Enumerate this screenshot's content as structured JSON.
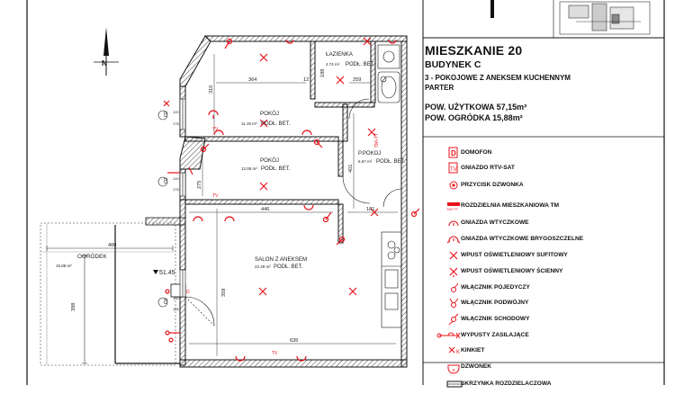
{
  "apartment": {
    "title": "MIESZKANIE 20",
    "building": "BUDYNEK C",
    "type_line1": "3 - POKOJOWE Z ANEKSEM KUCHENNYM",
    "type_line2": "PARTER",
    "usable_area": "POW. UŻYTKOWA 57,15m²",
    "garden_area": "POW. OGRÓDKA  15,88m²"
  },
  "compass": {
    "north_label": "N"
  },
  "rooms": {
    "bathroom": {
      "name": "ŁAZIENKA",
      "area": "4.74 m²",
      "floor": "PODŁ. BET."
    },
    "room1": {
      "name": "POKÓJ",
      "area": "11.19 m²",
      "floor": "PODŁ. BET."
    },
    "room2": {
      "name": "POKÓJ",
      "area": "12.06 m²",
      "floor": "PODŁ. BET."
    },
    "hall": {
      "name": "P.POKOJ",
      "area": "6.67 m²",
      "floor": "PODŁ. BET."
    },
    "salon": {
      "name": "SALON Z ANEKSEM",
      "area": "22.49 m²",
      "floor": "PODŁ. BET."
    },
    "garden": {
      "name": "OGRÓDEK",
      "area": "15.88 m²"
    }
  },
  "dimensions": {
    "d364": "364",
    "d310": "310",
    "d12": "12",
    "d188": "188",
    "d259": "259",
    "d275": "275",
    "d446": "446",
    "d401": "401",
    "d181": "181",
    "d359": "359",
    "d635": "635",
    "d400": "400",
    "d398": "398",
    "level": "51.45"
  },
  "windows": {
    "w1": "O2",
    "w1a": "120",
    "w1b": "175",
    "w2": "O2",
    "w2a": "120",
    "w2b": "175",
    "w3": "O1",
    "w3a": "100",
    "w3b": "165"
  },
  "legend": [
    {
      "label": "DOMOFON",
      "icon": "intercom-icon"
    },
    {
      "label": "GNIAZDO RTV-SAT",
      "icon": "tv-socket-icon"
    },
    {
      "label": "PRZYCISK DZWONKA",
      "icon": "bell-button-icon"
    },
    {
      "label": "ROZDZIELNIA MIESZKANIOWA TM",
      "icon": "distribution-board-icon",
      "tag": "TM+TT"
    },
    {
      "label": "GNIAZDA WTYCZKOWE",
      "icon": "socket-icon"
    },
    {
      "label": "GNIAZDA WTYCZKOWE BRYGOSZCZELNE",
      "icon": "splashproof-socket-icon"
    },
    {
      "label": "WPUST OŚWIETLENIOWY SUFITOWY",
      "icon": "ceiling-light-icon"
    },
    {
      "label": "WPUST OŚWIETLENIOWY ŚCIENNY",
      "icon": "wall-light-icon"
    },
    {
      "label": "WŁĄCZNIK POJEDYCZY",
      "icon": "single-switch-icon"
    },
    {
      "label": "WŁĄCZNIK PODWÓJNY",
      "icon": "double-switch-icon"
    },
    {
      "label": "WŁĄCZNIK SCHODOWY",
      "icon": "stair-switch-icon"
    },
    {
      "label": "WYPUSTY ZASILAJĄCE",
      "icon": "power-outlet-icon"
    },
    {
      "label": "KINKIET",
      "icon": "sconce-icon",
      "tag": "K"
    },
    {
      "label": "DZWONEK",
      "icon": "doorbell-icon"
    },
    {
      "label": "SKRZYNKA ROZDZIELACZOWA",
      "icon": "manifold-box-icon"
    }
  ],
  "symbol_tags": {
    "tv": "TV",
    "tmtt": "TM+TT",
    "d": "D"
  },
  "colors": {
    "symbol": "#e8141c",
    "wall": "#111111",
    "hatch": "#555555"
  }
}
